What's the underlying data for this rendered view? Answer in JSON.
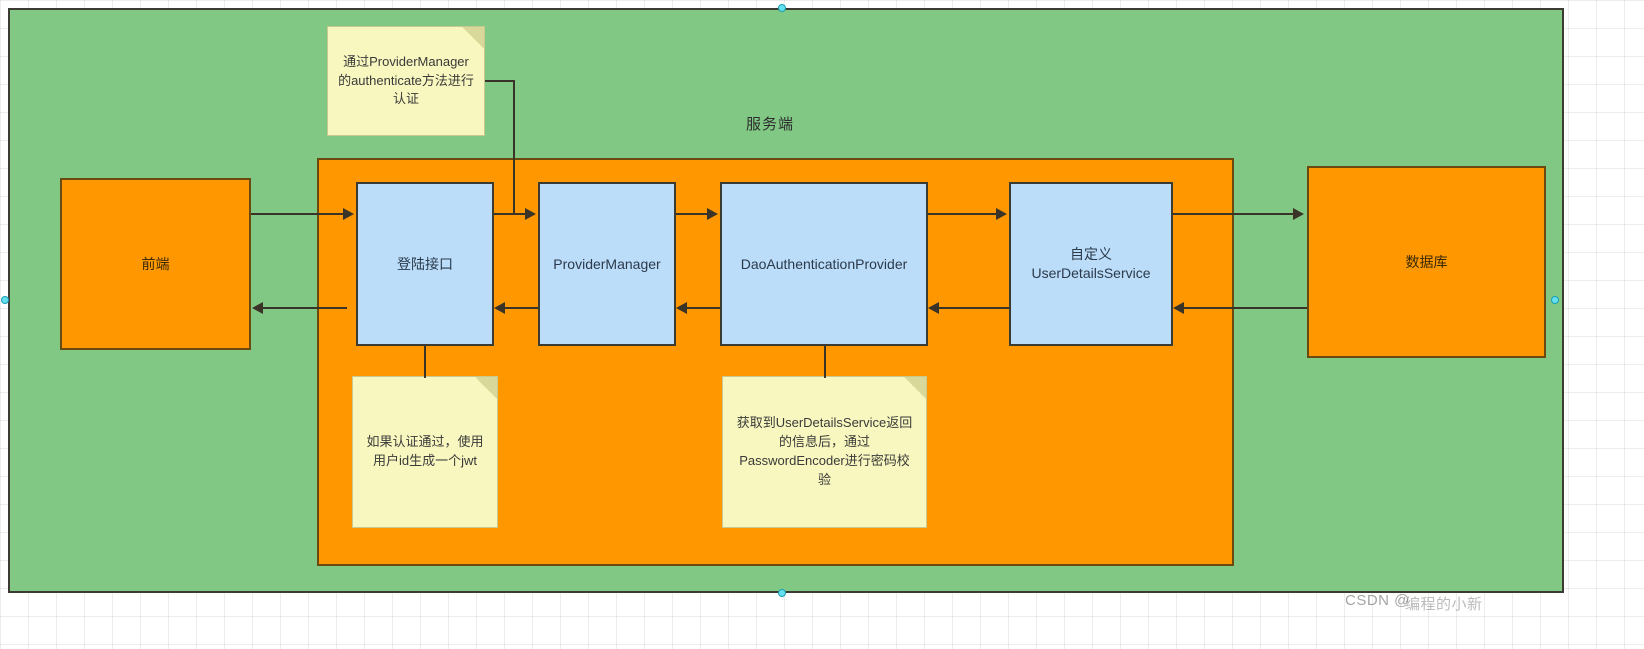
{
  "diagram": {
    "container_title": "服务端",
    "nodes": [
      {
        "id": "frontend",
        "label": "前端",
        "type": "orange"
      },
      {
        "id": "login",
        "label": "登陆接口",
        "type": "blue"
      },
      {
        "id": "provider",
        "label": "ProviderManager",
        "type": "blue"
      },
      {
        "id": "dao",
        "label": "DaoAuthenticationProvider",
        "type": "blue"
      },
      {
        "id": "uds",
        "label": "自定义\nUserDetailsService",
        "type": "blue"
      },
      {
        "id": "database",
        "label": "数据库",
        "type": "orange"
      }
    ],
    "notes": [
      {
        "id": "note-auth",
        "text": "通过ProviderManager的authenticate方法进行认证"
      },
      {
        "id": "note-jwt",
        "text": "如果认证通过，使用用户id生成一个jwt"
      },
      {
        "id": "note-password",
        "text": "获取到UserDetailsService返回的信息后，通过PasswordEncoder进行密码校验"
      }
    ],
    "colors": {
      "green_background": "#80C884",
      "orange_box": "#FF9800",
      "blue_box": "#BBDDFA",
      "note_yellow": "#F7F7BF",
      "line": "#3a3328",
      "handle": "#66e0ef"
    }
  },
  "watermark": {
    "prefix": "CSDN @",
    "author": "编程的小新"
  }
}
